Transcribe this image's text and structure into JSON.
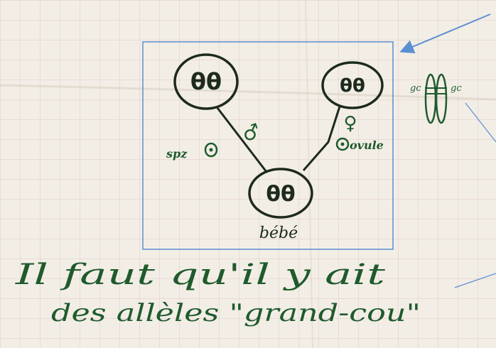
{
  "diagram": {
    "father_cell": {
      "chromosomes": "θθ"
    },
    "mother_cell": {
      "chromosomes": "θθ"
    },
    "baby_cell": {
      "chromosomes": "θθ",
      "label": "bébé"
    },
    "male_symbol": "♂",
    "female_symbol": "♀",
    "sperm_label": "spz",
    "ovule_label": "ovule",
    "gc_chromosomes": {
      "left": "gc",
      "right": "gc"
    }
  },
  "note": {
    "line1": "Il faut qu'il y ait",
    "line2": "des allèles \"grand-cou\""
  },
  "colors": {
    "paper": "#f2eee6",
    "grid": "#e3c7c8",
    "ink_dark": "#1d2a1d",
    "ink_green": "#1f5a2c",
    "annotation_blue": "#5b8fd1"
  }
}
